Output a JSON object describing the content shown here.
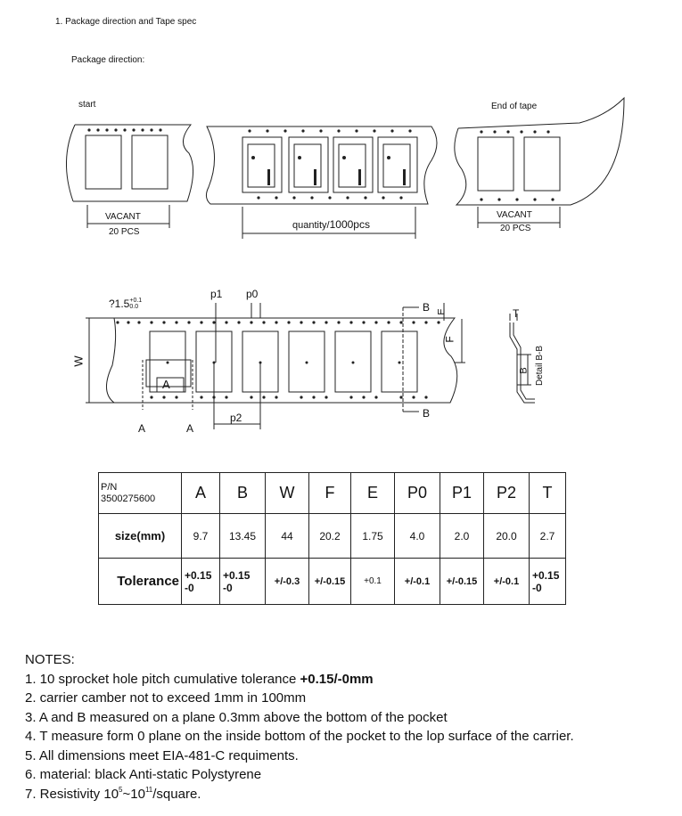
{
  "section_title": "1. Package direction and Tape spec",
  "package_direction_label": "Package direction:",
  "diagram_top": {
    "start_label": "start",
    "end_label": "End of tape",
    "vacant_label": "VACANT",
    "vacant_count": "20 PCS",
    "quantity_prefix": "quantity/",
    "quantity_value": "1000pcs"
  },
  "diagram_detail": {
    "hole_prefix": "?1.5",
    "hole_tol_top": "+0.1",
    "hole_tol_bottom": "0.0",
    "p1": "p1",
    "p0": "p0",
    "p2": "p2",
    "W": "W",
    "A": "A",
    "B": "B",
    "E": "E",
    "F": "F",
    "T": "T",
    "detail_bb": "Detail B-B"
  },
  "spec_table": {
    "pn_label": "P/N",
    "pn_value": "3500275600",
    "columns": [
      "A",
      "B",
      "W",
      "F",
      "E",
      "P0",
      "P1",
      "P2",
      "T"
    ],
    "size_label": "size(mm)",
    "sizes": [
      "9.7",
      "13.45",
      "44",
      "20.2",
      "1.75",
      "4.0",
      "2.0",
      "20.0",
      "2.7"
    ],
    "tolerance_label": "Tolerance",
    "tolerances": [
      "+0.15\n-0",
      "+0.15\n-0",
      "+/-0.3",
      "+/-0.15",
      "+0.1",
      "+/-0.1",
      "+/-0.15",
      "+/-0.1",
      "+0.15\n-0"
    ]
  },
  "notes": {
    "title": "NOTES:",
    "n1_text": "1. 10 sprocket hole pitch cumulative tolerance ",
    "n1_bold": "+0.15/-0mm",
    "n2": "2. carrier camber not to exceed 1mm in 100mm",
    "n3": "3. A and B measured on a plane 0.3mm above the bottom of the pocket",
    "n4": "4. T measure form 0 plane on the inside bottom of the pocket to the lop surface of the carrier.",
    "n5": "5. All dimensions meet EIA-481-C requiments.",
    "n6": "6. material:  black Anti-static Polystyrene",
    "n7_a": "7. Resistivity 10",
    "n7_exp1": "5",
    "n7_b": "~10",
    "n7_exp2": "11",
    "n7_c": "/square."
  }
}
